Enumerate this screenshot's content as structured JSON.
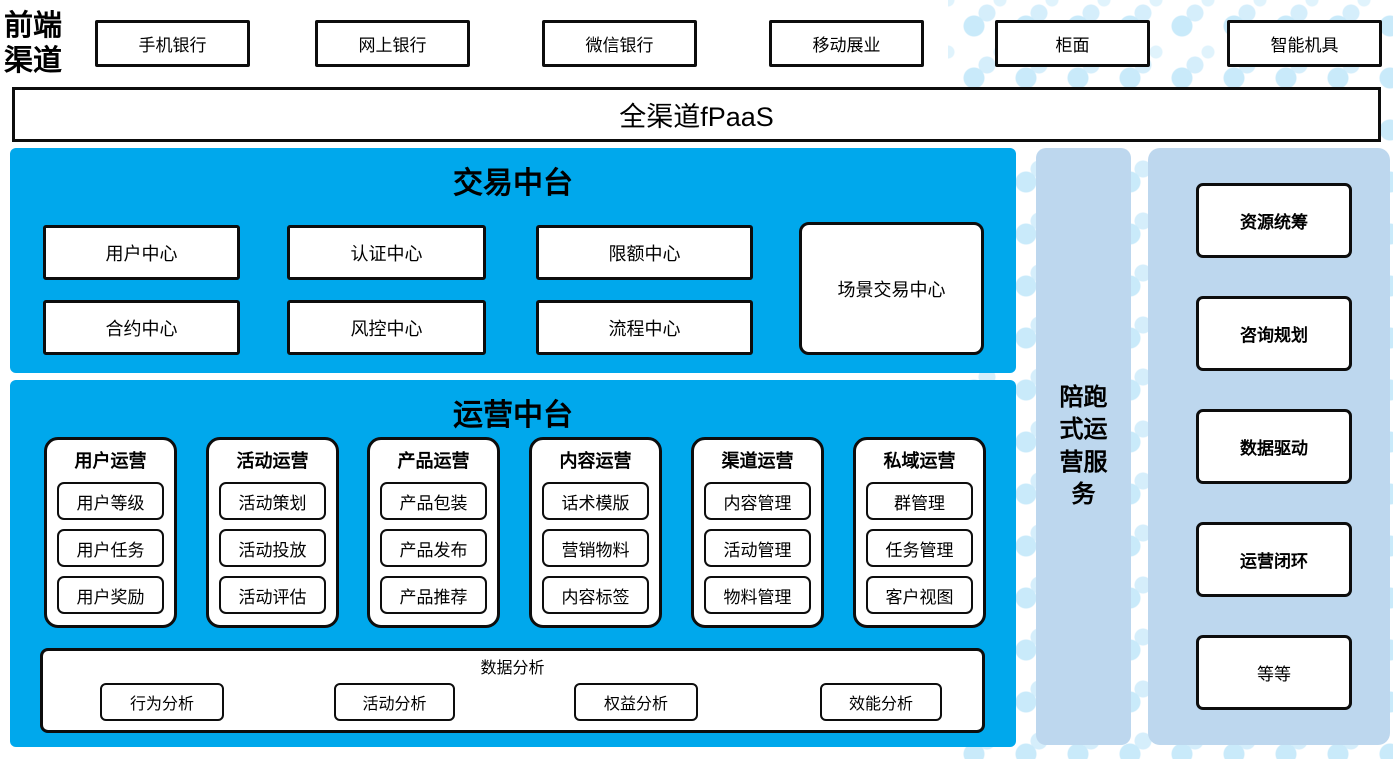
{
  "colors": {
    "primary_blue": "#00a8ec",
    "panel_blue": "#bdd7ee",
    "border_black": "#0d0d0d",
    "dot_blue": "#c9eafa"
  },
  "front_channels": {
    "label": "前端渠道",
    "items": [
      "手机银行",
      "网上银行",
      "微信银行",
      "移动展业",
      "柜面",
      "智能机具"
    ]
  },
  "fpaas": {
    "label": "全渠道fPaaS"
  },
  "transaction_platform": {
    "title": "交易中台",
    "row1": [
      "用户中心",
      "认证中心",
      "限额中心"
    ],
    "row2": [
      "合约中心",
      "风控中心",
      "流程中心"
    ],
    "side_box": "场景交易中心"
  },
  "operation_platform": {
    "title": "运营中台",
    "columns": [
      {
        "title": "用户运营",
        "items": [
          "用户等级",
          "用户任务",
          "用户奖励"
        ]
      },
      {
        "title": "活动运营",
        "items": [
          "活动策划",
          "活动投放",
          "活动评估"
        ]
      },
      {
        "title": "产品运营",
        "items": [
          "产品包装",
          "产品发布",
          "产品推荐"
        ]
      },
      {
        "title": "内容运营",
        "items": [
          "话术模版",
          "营销物料",
          "内容标签"
        ]
      },
      {
        "title": "渠道运营",
        "items": [
          "内容管理",
          "活动管理",
          "物料管理"
        ]
      },
      {
        "title": "私域运营",
        "items": [
          "群管理",
          "任务管理",
          "客户视图"
        ]
      }
    ],
    "data_analysis": {
      "title": "数据分析",
      "items": [
        "行为分析",
        "活动分析",
        "权益分析",
        "效能分析"
      ]
    }
  },
  "accompany_bar": {
    "label": "陪跑式运营服务"
  },
  "service_panel": {
    "items": [
      "资源统筹",
      "咨询规划",
      "数据驱动",
      "运营闭环",
      "等等"
    ]
  }
}
